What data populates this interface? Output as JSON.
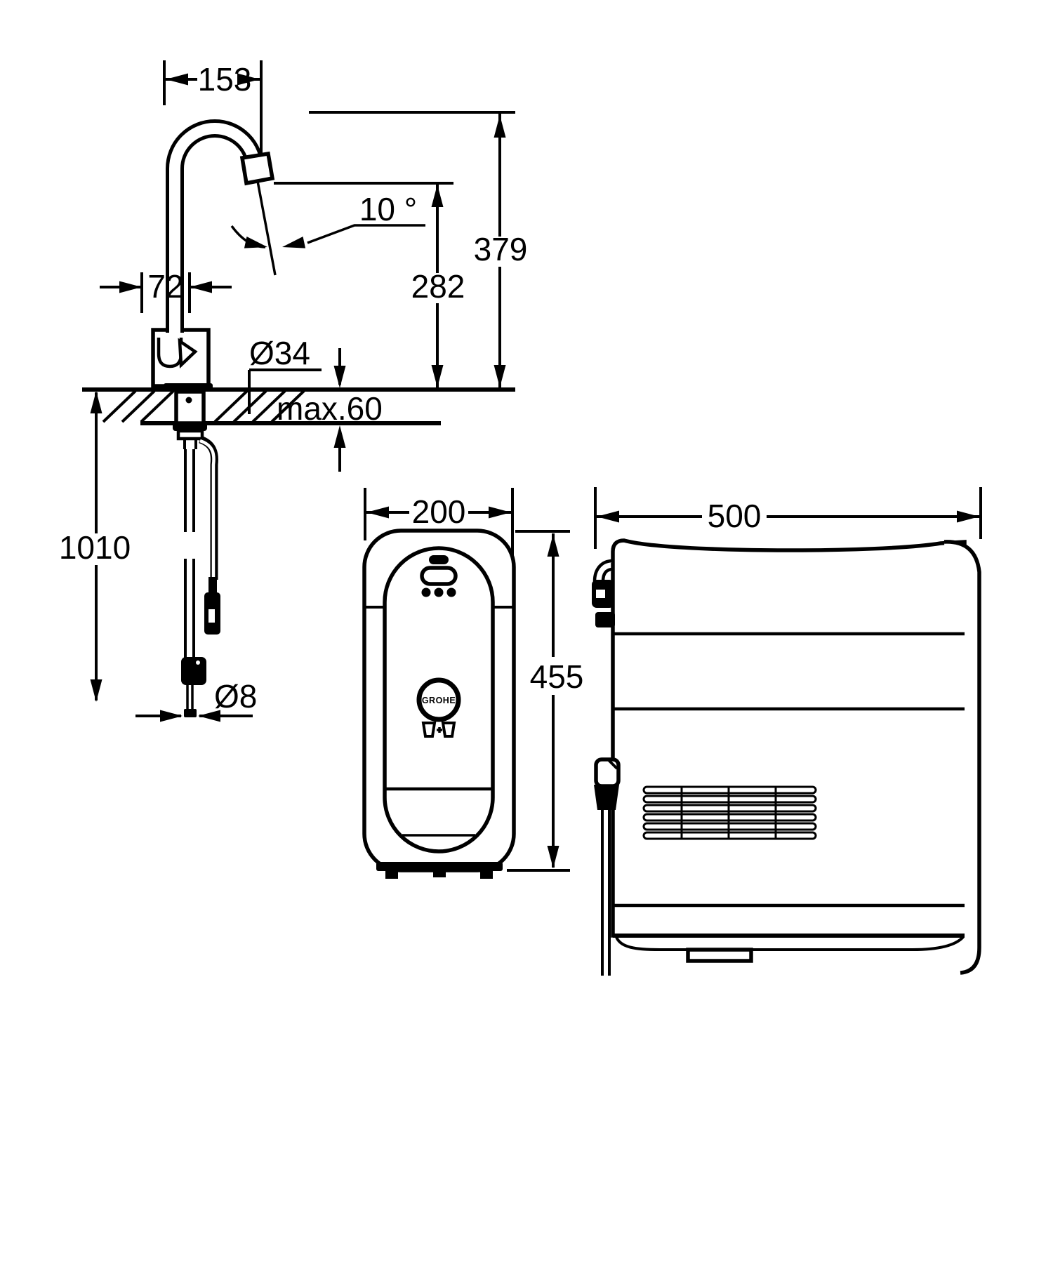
{
  "page": {
    "background": "#ffffff",
    "ink": "#000000",
    "description_glyphs": "technical dimensional line drawing"
  },
  "faucet_view": {
    "spout_reach": "153",
    "swivel_angle": "10 °",
    "base_width": "72",
    "hole_diameter": "Ø34",
    "counter_thickness": "max.60",
    "outlet_height": "282",
    "total_height": "379",
    "hose_length": "1010",
    "hose_diameter": "Ø8"
  },
  "cooler_front_view": {
    "width": "200",
    "height": "455",
    "logo_text": "GROHE"
  },
  "cooler_side_view": {
    "depth": "500"
  }
}
